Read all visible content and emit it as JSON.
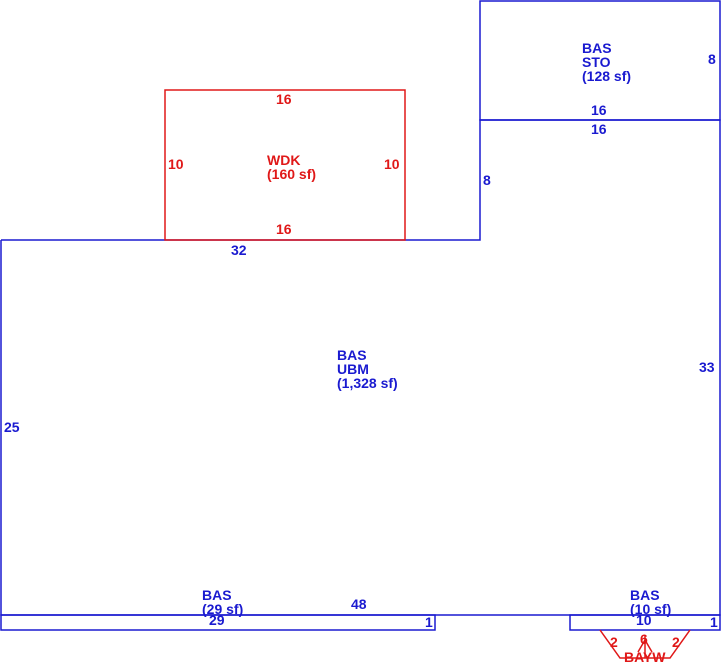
{
  "colors": {
    "blue": "#1a1ad0",
    "red": "#e01818"
  },
  "areas": {
    "sto": {
      "line1": "BAS",
      "line2": "STO",
      "line3": "(128 sf)"
    },
    "wdk": {
      "line1": "WDK",
      "line2": "(160 sf)"
    },
    "ubm": {
      "line1": "BAS",
      "line2": "UBM",
      "line3": "(1,328 sf)"
    },
    "bas29": {
      "line1": "BAS",
      "line2": "(29 sf)"
    },
    "bas10": {
      "line1": "BAS",
      "line2": "(10 sf)"
    },
    "bay": {
      "line1": "BAYW"
    }
  },
  "dimensions": {
    "sto_right": "8",
    "sto_bottom": "16",
    "ubm_top_right": "16",
    "step_vertical": "8",
    "wdk_top": "16",
    "wdk_left": "10",
    "wdk_right": "10",
    "wdk_bottom": "16",
    "ubm_top_left": "32",
    "ubm_right": "33",
    "ubm_left": "25",
    "ubm_bottom": "48",
    "bas29_width": "29",
    "bas29_end": "1",
    "bas10_width": "10",
    "bas10_end": "1",
    "bay_left": "2",
    "bay_mid": "6",
    "bay_right": "2"
  }
}
